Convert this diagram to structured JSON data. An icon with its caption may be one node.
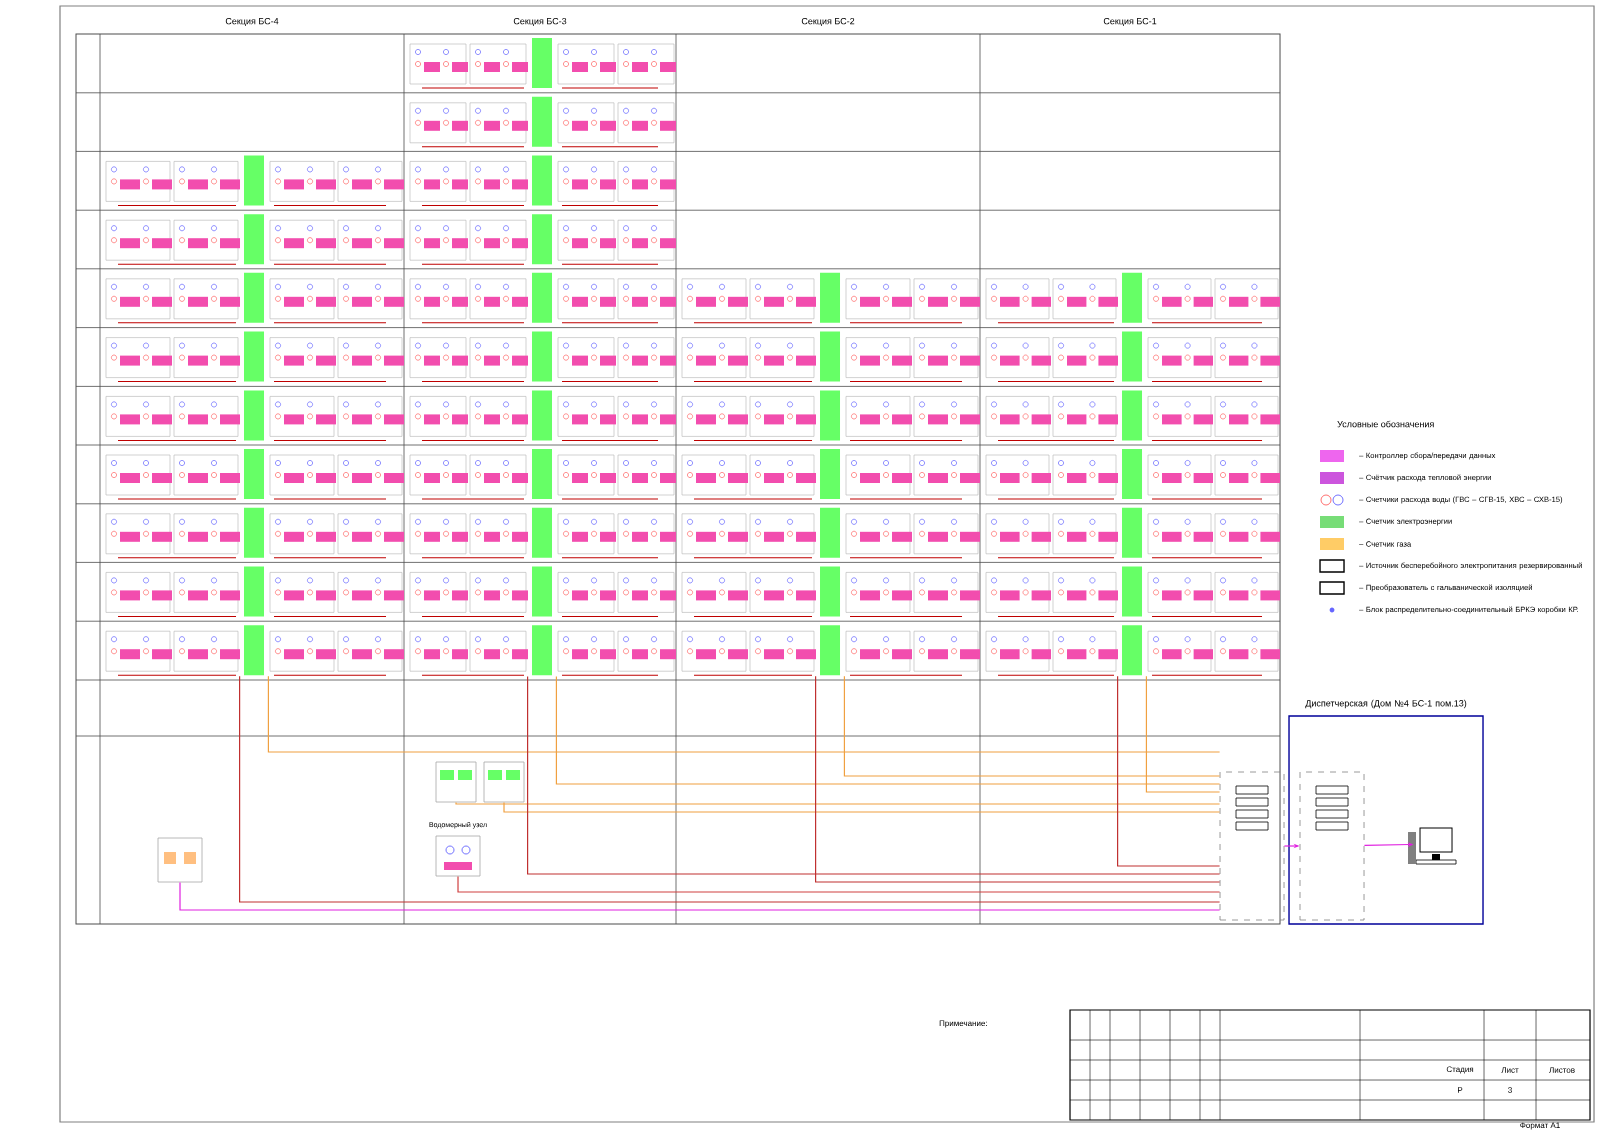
{
  "diagram": {
    "nodes": [
      {
        "text": [
          "Диспетчерская (Дом №4 БС-1 пом.13)"
        ]
      },
      {
        "text": [],
        "shape": "box",
        "in": 0
      },
      {
        "text": [],
        "shape": "picture",
        "in": 0
      },
      {
        "text": [],
        "shape": "box"
      },
      {
        "text": [],
        "shape": "box"
      },
      {
        "text": [],
        "shape": "box"
      },
      {
        "text": [
          "Водомерный узел"
        ]
      },
      {
        "text": [],
        "shape": "box"
      },
      {
        "text": [],
        "shape": "bar"
      },
      {
        "text": [],
        "shape": "bar"
      },
      {
        "text": [],
        "shape": "bar"
      },
      {
        "text": [],
        "shape": "bar"
      }
    ],
    "edges": [
      {
        "from": 3,
        "to": 1,
        "arrow": "to",
        "color": "#e020e0"
      },
      {
        "from": 1,
        "to": 2,
        "arrow": "to",
        "color": "#e020e0"
      },
      {
        "from": 4,
        "to": 3,
        "arrow": "none",
        "color": "#f0a040"
      },
      {
        "from": 5,
        "to": 3,
        "arrow": "none",
        "color": "#f0a040"
      },
      {
        "from": 6,
        "to": 3,
        "arrow": "none",
        "color": "#d04040"
      },
      {
        "from": 7,
        "to": 3,
        "arrow": "none",
        "color": "#e020e0"
      },
      {
        "from": 8,
        "to": 3,
        "arrow": "none",
        "color": "#c03030"
      },
      {
        "from": 8,
        "to": 3,
        "arrow": "none",
        "color": "#f0a040"
      },
      {
        "from": 9,
        "to": 3,
        "arrow": "none",
        "color": "#c03030"
      },
      {
        "from": 9,
        "to": 3,
        "arrow": "none",
        "color": "#f0a040"
      },
      {
        "from": 10,
        "to": 3,
        "arrow": "none",
        "color": "#c03030"
      },
      {
        "from": 10,
        "to": 3,
        "arrow": "none",
        "color": "#f0a040"
      },
      {
        "from": 11,
        "to": 3,
        "arrow": "none",
        "color": "#c03030"
      },
      {
        "from": 11,
        "to": 3,
        "arrow": "none",
        "color": "#f0a040"
      }
    ],
    "labels": [
      "Секция БС-4",
      "Секция БС-3",
      "Секция БС-2",
      "Секция БС-1",
      "Условные обозначения",
      "Примечание:",
      "Стадия",
      "Лист",
      "Листов",
      "Р",
      "3",
      "Формат А1"
    ],
    "legend": [
      {
        "text": "– Контроллер сбора/передачи данных",
        "color": "#ee66ee"
      },
      {
        "text": "– Счётчик расхода тепловой энергии",
        "color": "#cc55dd"
      },
      {
        "text": "– Счетчики расхода воды (ГВС – СГВ-15, ХВС – СХВ-15)"
      },
      {
        "text": "– Счетчик электроэнергии",
        "color": "#77dd77"
      },
      {
        "text": "– Счетчик газа",
        "color": "#ffcc66"
      },
      {
        "text": "– Источник бесперебойного электропитания резервированный"
      },
      {
        "text": "– Преобразователь с гальванической изоляцией"
      },
      {
        "text": "– Блок распределительно-соединительный БРКЭ коробки КР."
      }
    ]
  }
}
